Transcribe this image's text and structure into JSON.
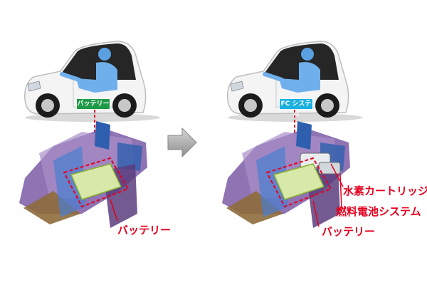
{
  "left": {
    "car_badge": "バッテリー",
    "callout_battery": "バッテリー"
  },
  "right": {
    "car_badge": "FC システム",
    "callout_hydrogen": "水素カートリッジ",
    "callout_fuelcell": "燃料電池システム",
    "callout_battery": "バッテリー"
  },
  "colors": {
    "battery_badge": "#1f9a48",
    "fc_badge": "#1ab0e0",
    "callout": "#e4001e",
    "car_body": "#ffffff",
    "car_roof": "#2b2b2b",
    "driver": "#5a9fe0",
    "frame_purple": "#6a3d8c",
    "frame_blue": "#2e5fae",
    "arrow": "#a8a8a8"
  },
  "icons": [
    "car-illustration",
    "chassis-frame",
    "transition-arrow"
  ]
}
